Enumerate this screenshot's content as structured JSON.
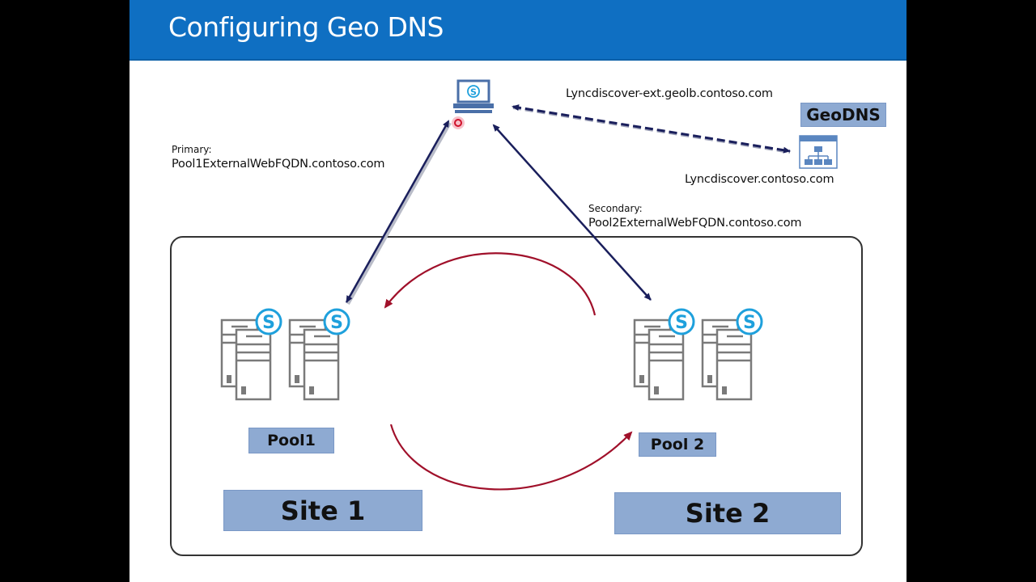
{
  "slide": {
    "title": "Configuring Geo DNS"
  },
  "client": {
    "icon": "laptop-skype-icon"
  },
  "geodns": {
    "label": "GeoDNS",
    "icon": "sitemap-icon",
    "ext_fqdn": "Lyncdiscover-ext.geolb.contoso.com",
    "fqdn": "Lyncdiscover.contoso.com"
  },
  "primary": {
    "caption": "Primary:",
    "fqdn": "Pool1ExternalWebFQDN.contoso.com"
  },
  "secondary": {
    "caption": "Secondary:",
    "fqdn": "Pool2ExternalWebFQDN.contoso.com"
  },
  "pools": [
    {
      "label": "Pool1",
      "servers": 2,
      "icon": "skype-server-icon"
    },
    {
      "label": "Pool 2",
      "servers": 2,
      "icon": "skype-server-icon"
    }
  ],
  "sites": [
    {
      "label": "Site 1"
    },
    {
      "label": "Site 2"
    }
  ],
  "colors": {
    "title_bar": "#0f6fc2",
    "tag_fill": "#8eaad2",
    "connector": "#1a1f5c",
    "replication": "#a0102a",
    "skype": "#1ea0dc",
    "server_stroke": "#7a7a7a"
  }
}
